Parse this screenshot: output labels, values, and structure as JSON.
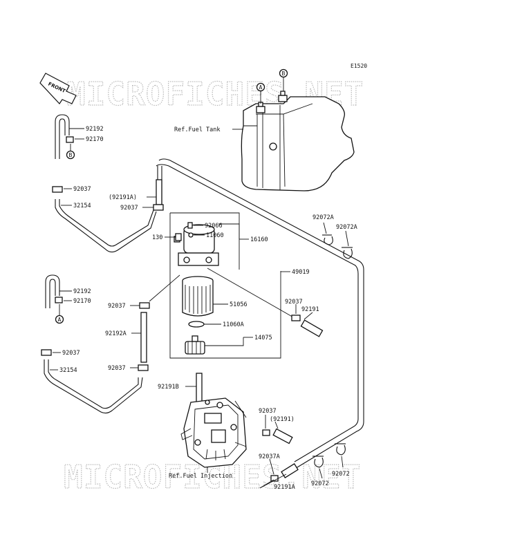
{
  "diagram": {
    "code": "E1520",
    "watermark": "MICROFICHES.NET",
    "front_label": "FRONT",
    "callouts": {
      "a": "A",
      "b": "B"
    },
    "refs": {
      "fuel_tank": "Ref.Fuel Tank",
      "fuel_injection": "Ref.Fuel Injection"
    },
    "parts": {
      "p92192_top": "92192",
      "p92170_top": "92170",
      "p92037_a": "92037",
      "p92191A_paren": "(92191A)",
      "p92037_b": "92037",
      "p32154_top": "32154",
      "p92066": "92066",
      "p11060": "11060",
      "p16160": "16160",
      "p130": "130",
      "p92072A_1": "92072A",
      "p92072A_2": "92072A",
      "p49019": "49019",
      "p92192_mid": "92192",
      "p92170_mid": "92170",
      "p92037_c": "92037",
      "p51056": "51056",
      "p92037_d": "92037",
      "p92191": "92191",
      "p11060A": "11060A",
      "p92192A": "92192A",
      "p14075": "14075",
      "p92037_e": "92037",
      "p92037_f": "92037",
      "p32154_bot": "32154",
      "p92191B": "92191B",
      "p92037_g": "92037",
      "p92191_paren": "(92191)",
      "p92037A": "92037A",
      "p92191A": "92191A",
      "p92072_1": "92072",
      "p92072_2": "92072"
    }
  }
}
